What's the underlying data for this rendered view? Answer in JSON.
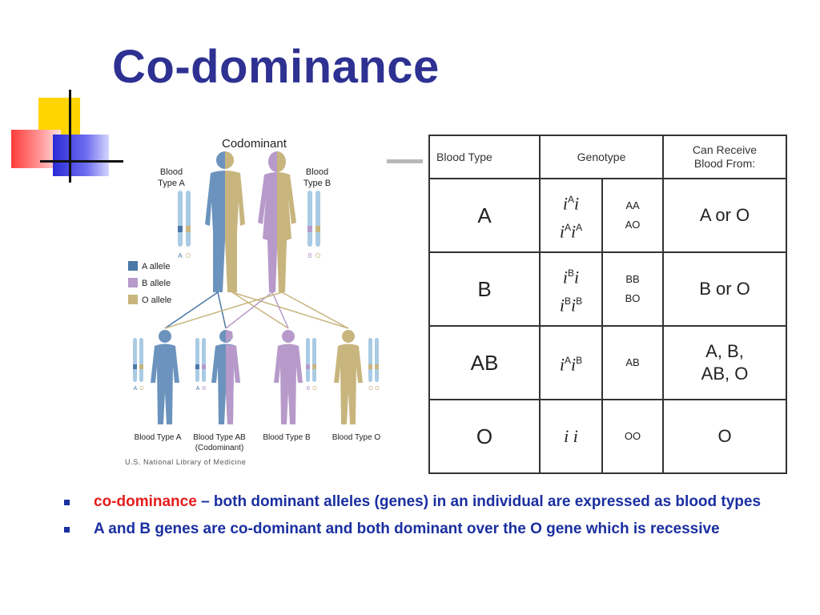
{
  "slide": {
    "title": "Co-dominance"
  },
  "figure": {
    "header": "Codominant",
    "parent_a_label_1": "Blood",
    "parent_a_label_2": "Type A",
    "parent_b_label_1": "Blood",
    "parent_b_label_2": "Type B",
    "parent_a_alleles": [
      "A",
      "O"
    ],
    "parent_b_alleles": [
      "B",
      "O"
    ],
    "legend": [
      {
        "label": "A allele",
        "color": "#4a78a8"
      },
      {
        "label": "B allele",
        "color": "#b79ac9"
      },
      {
        "label": "O allele",
        "color": "#c8b57e"
      }
    ],
    "children": [
      {
        "alleles": [
          "A",
          "O"
        ],
        "label_1": "Blood Type A",
        "label_2": ""
      },
      {
        "alleles": [
          "A",
          "B"
        ],
        "label_1": "Blood Type AB",
        "label_2": "(Codominant)"
      },
      {
        "alleles": [
          "B",
          "O"
        ],
        "label_1": "Blood Type B",
        "label_2": ""
      },
      {
        "alleles": [
          "O",
          "O"
        ],
        "label_1": "Blood Type O",
        "label_2": ""
      }
    ],
    "credit": "U.S. National Library of Medicine"
  },
  "table": {
    "headers": {
      "blood_type": "Blood  Type",
      "genotype": "Genotype",
      "receive_1": "Can Receive",
      "receive_2": "Blood From:"
    },
    "rows": [
      {
        "type": "A",
        "g1_base": "i",
        "g1_sup": "A",
        "g1_tail": "i",
        "g2_base": "i",
        "g2_sup": "A",
        "g2_tail": "i",
        "g2_tail_sup": "A",
        "codes": [
          "AA",
          "AO"
        ],
        "receive_1": "A or O",
        "receive_2": ""
      },
      {
        "type": "B",
        "g1_base": "i",
        "g1_sup": "B",
        "g1_tail": "i",
        "g2_base": "i",
        "g2_sup": "B",
        "g2_tail": "i",
        "g2_tail_sup": "B",
        "codes": [
          "BB",
          "BO"
        ],
        "receive_1": "B or O",
        "receive_2": ""
      },
      {
        "type": "AB",
        "g1_base": "i",
        "g1_sup": "A",
        "g1_tail": "i",
        "g1_tail_sup": "B",
        "codes": [
          "AB"
        ],
        "receive_1": "A, B,",
        "receive_2": "AB, O"
      },
      {
        "type": "O",
        "g1_base": "i",
        "g1_tail": "i",
        "codes": [
          "OO"
        ],
        "receive_1": "O",
        "receive_2": ""
      }
    ]
  },
  "bullets": [
    {
      "term": "co-dominance",
      "text": " – both dominant alleles (genes) in an individual are expressed as blood types"
    },
    {
      "term": "",
      "text": "A and B genes are co-dominant and both dominant over the O gene which is recessive"
    }
  ]
}
